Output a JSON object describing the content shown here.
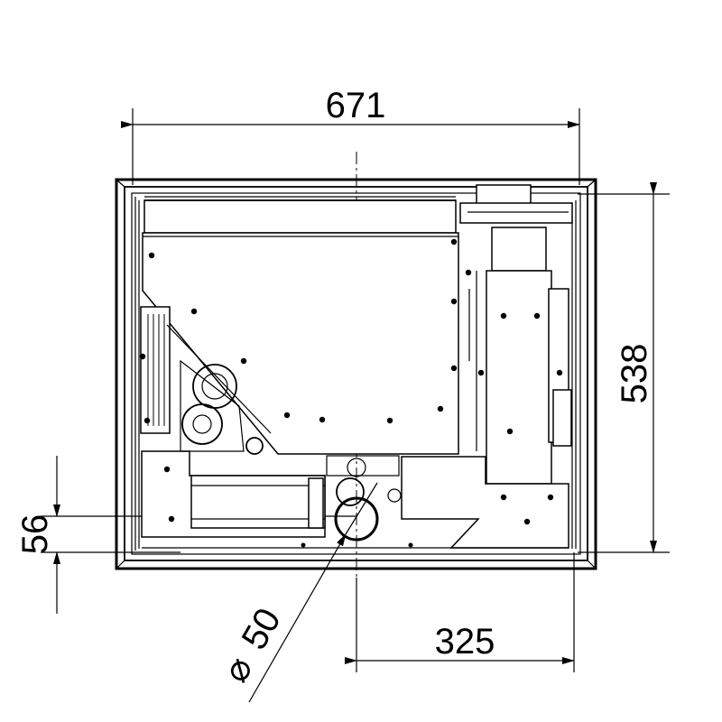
{
  "drawing": {
    "dimensions": {
      "overall_width": "671",
      "overall_height": "538",
      "offset_bottom": "56",
      "outlet_to_edge": "325",
      "outlet_diameter": "50"
    },
    "diameter_symbol": "⌀"
  }
}
